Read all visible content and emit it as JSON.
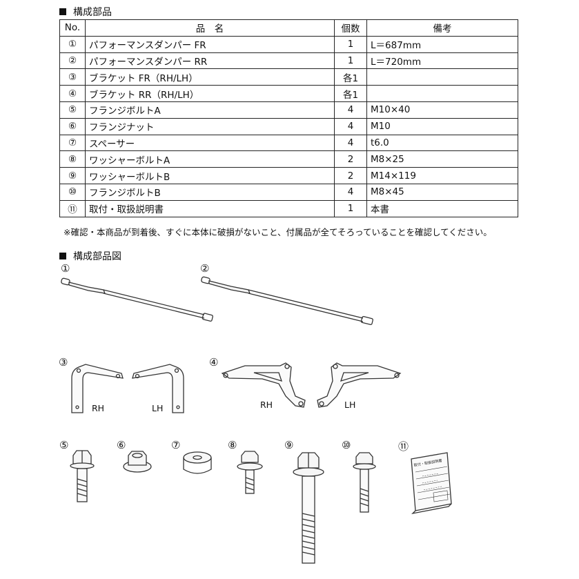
{
  "sections": {
    "parts_title": "構成部品",
    "diagram_title": "構成部品図"
  },
  "table": {
    "headers": {
      "no": "No.",
      "name": "品　名",
      "qty": "個数",
      "note": "備考"
    },
    "rows": [
      {
        "no": "①",
        "name": "パフォーマンスダンパー FR",
        "qty": "1",
        "note": "L＝687mm"
      },
      {
        "no": "②",
        "name": "パフォーマンスダンパー RR",
        "qty": "1",
        "note": "L＝720mm"
      },
      {
        "no": "③",
        "name": "ブラケット FR（RH/LH）",
        "qty": "各1",
        "note": ""
      },
      {
        "no": "④",
        "name": "ブラケット RR（RH/LH）",
        "qty": "各1",
        "note": ""
      },
      {
        "no": "⑤",
        "name": "フランジボルトA",
        "qty": "4",
        "note": "M10×40"
      },
      {
        "no": "⑥",
        "name": "フランジナット",
        "qty": "4",
        "note": "M10"
      },
      {
        "no": "⑦",
        "name": "スペーサー",
        "qty": "4",
        "note": "t6.0"
      },
      {
        "no": "⑧",
        "name": "ワッシャーボルトA",
        "qty": "2",
        "note": "M8×25"
      },
      {
        "no": "⑨",
        "name": "ワッシャーボルトB",
        "qty": "2",
        "note": "M14×119"
      },
      {
        "no": "⑩",
        "name": "フランジボルトB",
        "qty": "4",
        "note": "M8×45"
      },
      {
        "no": "⑪",
        "name": "取付・取扱説明書",
        "qty": "1",
        "note": "本書"
      }
    ]
  },
  "note": "※確認・本商品が到着後、すぐに本体に破損がないこと、付属品が全てそろっていることを確認してください。",
  "figures": {
    "n1": "①",
    "n2": "②",
    "n3": "③",
    "n4": "④",
    "n5": "⑤",
    "n6": "⑥",
    "n7": "⑦",
    "n8": "⑧",
    "n9": "⑨",
    "n10": "⑩",
    "n11": "⑪",
    "rh3": "RH",
    "lh3": "LH",
    "rh4": "RH",
    "lh4": "LH"
  },
  "manual_title": "取付・取扱説明書"
}
